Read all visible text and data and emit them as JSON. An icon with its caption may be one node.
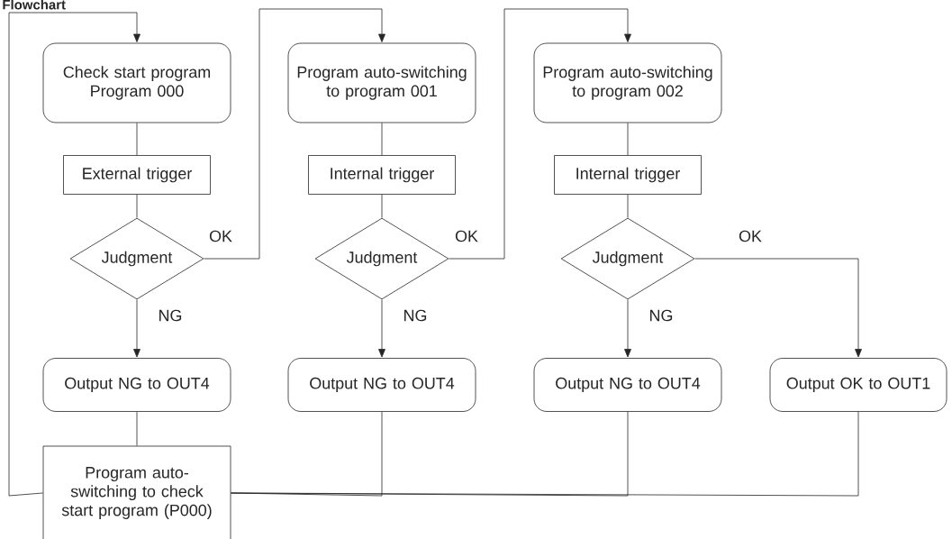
{
  "diagram": {
    "title": "Flowchart",
    "nodes": [
      {
        "text": [
          "Check start program Program 000"
        ]
      },
      {
        "text": [
          "External trigger"
        ]
      },
      {
        "text": [
          "Judgment"
        ]
      },
      {
        "text": [
          "Output NG to OUT4"
        ]
      },
      {
        "text": [
          "Program auto-switching to program 001"
        ]
      },
      {
        "text": [
          "Internal trigger"
        ]
      },
      {
        "text": [
          "Judgment"
        ]
      },
      {
        "text": [
          "Output NG to OUT4"
        ]
      },
      {
        "text": [
          "Program auto-switching to program 002"
        ]
      },
      {
        "text": [
          "Internal trigger"
        ]
      },
      {
        "text": [
          "Judgment"
        ]
      },
      {
        "text": [
          "Output NG to OUT4"
        ]
      },
      {
        "text": [
          "Output OK to OUT1"
        ]
      },
      {
        "text": [
          "Program auto-switching to check start program (P000)"
        ]
      }
    ],
    "edges": [
      {
        "from": 0,
        "to": 1,
        "arrow": "none"
      },
      {
        "from": 1,
        "to": 2,
        "arrow": "none"
      },
      {
        "from": 2,
        "to": 3,
        "arrow": "to",
        "label": "NG"
      },
      {
        "from": 2,
        "to": 4,
        "arrow": "to",
        "label": "OK"
      },
      {
        "from": 4,
        "to": 5,
        "arrow": "none"
      },
      {
        "from": 5,
        "to": 6,
        "arrow": "none"
      },
      {
        "from": 6,
        "to": 7,
        "arrow": "to",
        "label": "NG"
      },
      {
        "from": 6,
        "to": 8,
        "arrow": "to",
        "label": "OK"
      },
      {
        "from": 8,
        "to": 9,
        "arrow": "none"
      },
      {
        "from": 9,
        "to": 10,
        "arrow": "none"
      },
      {
        "from": 10,
        "to": 11,
        "arrow": "to",
        "label": "NG"
      },
      {
        "from": 10,
        "to": 12,
        "arrow": "to",
        "label": "OK"
      },
      {
        "from": 3,
        "to": 13,
        "arrow": "none"
      },
      {
        "from": 7,
        "to": 13,
        "arrow": "none"
      },
      {
        "from": 11,
        "to": 13,
        "arrow": "none"
      },
      {
        "from": 12,
        "to": 13,
        "arrow": "none"
      },
      {
        "from": 13,
        "to": 0,
        "arrow": "to"
      }
    ]
  }
}
